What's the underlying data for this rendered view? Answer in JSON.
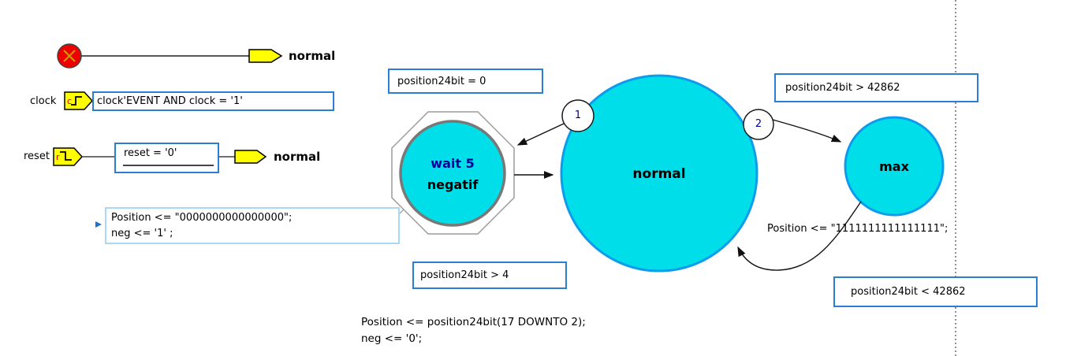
{
  "colors": {
    "state-fill": "#00dfe9",
    "state-border": "#0d9ceb",
    "inner-border": "#787878",
    "octagon-border": "#9c9c9c",
    "condition-border": "#2a7fd4",
    "action-border": "#a9d7f5",
    "connector-fill": "#ffff00",
    "init-fill": "#ee0000",
    "init-cross": "#cc9900",
    "navy-text": "#00009a",
    "wire": "#404040"
  },
  "interface": {
    "init_connector_label": "normal",
    "clock_port": "clock",
    "clock_condition": "clock'EVENT AND clock = '1'",
    "reset_port": "reset",
    "reset_condition": "reset = '0'",
    "reset_connector_label": "normal",
    "reset_action_line1": "Position <= \"0000000000000000\";",
    "reset_action_line2": "neg <= '1' ;"
  },
  "states": {
    "wait_line1": "wait 5",
    "wait_line2": "negatif",
    "normal": "normal",
    "max": "max"
  },
  "transitions": {
    "to_wait_priority": "1",
    "to_wait_condition": "position24bit = 0",
    "to_max_priority": "2",
    "to_max_condition": "position24bit > 42862",
    "max_to_normal_action": "Position <= \"1111111111111111\";",
    "max_to_normal_condition": "position24bit < 42862",
    "wait_to_normal_condition": "position24bit > 4",
    "wait_to_normal_action_line1": "Position <= position24bit(17 DOWNTO 2);",
    "wait_to_normal_action_line2": "neg <= '0';"
  },
  "icons": {
    "clock_letter": "c",
    "reset_letter": "r"
  }
}
